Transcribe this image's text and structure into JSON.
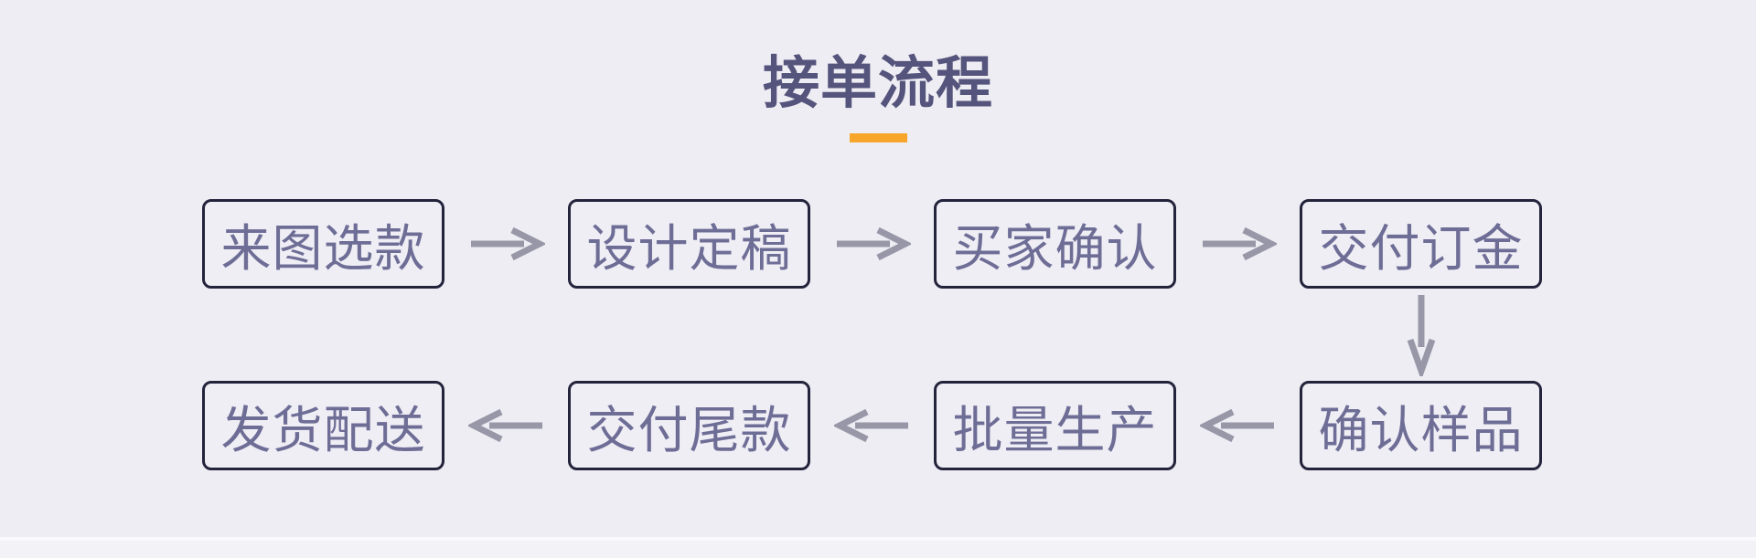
{
  "page": {
    "title": "接单流程"
  },
  "flow": {
    "rows": [
      {
        "direction": "right",
        "steps": [
          "来图选款",
          "设计定稿",
          "买家确认",
          "交付订金"
        ]
      },
      {
        "direction": "left",
        "steps": [
          "发货配送",
          "交付尾款",
          "批量生产",
          "确认样品"
        ]
      }
    ],
    "row_connector": {
      "from": "交付订金",
      "to": "确认样品",
      "direction": "down"
    },
    "process_order": [
      "来图选款",
      "设计定稿",
      "买家确认",
      "交付订金",
      "确认样品",
      "批量生产",
      "交付尾款",
      "发货配送"
    ]
  },
  "colors": {
    "background": "#EEEDF3",
    "title_text": "#55547C",
    "divider_accent": "#F7A62B",
    "box_border": "#23233C",
    "box_fill": "#EFEEF5",
    "box_text": "#6E6D96",
    "arrow": "#9897A8",
    "footer_strip": "#F3F3F7"
  }
}
